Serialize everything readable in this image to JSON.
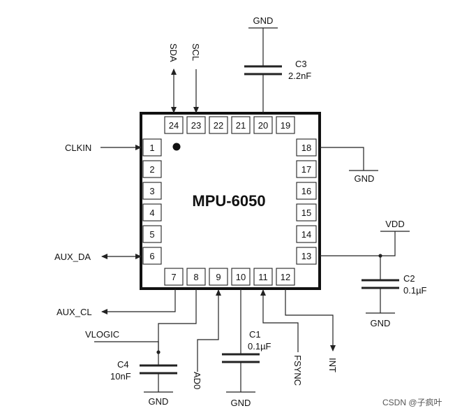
{
  "chip": {
    "title": "MPU-6050"
  },
  "pins": {
    "top": [
      "24",
      "23",
      "22",
      "21",
      "20",
      "19"
    ],
    "left": [
      "1",
      "2",
      "3",
      "4",
      "5",
      "6"
    ],
    "right": [
      "18",
      "17",
      "16",
      "15",
      "14",
      "13"
    ],
    "bottom": [
      "7",
      "8",
      "9",
      "10",
      "11",
      "12"
    ]
  },
  "signals": {
    "sda": "SDA",
    "scl": "SCL",
    "clkin": "CLKIN",
    "aux_da": "AUX_DA",
    "aux_cl": "AUX_CL",
    "vlogic": "VLOGIC",
    "ad0": "AD0",
    "fsync": "FSYNC",
    "int": "INT",
    "vdd": "VDD"
  },
  "grounds": {
    "top": "GND",
    "pin18": "GND",
    "c2": "GND",
    "c4": "GND",
    "c1": "GND"
  },
  "capacitors": {
    "c3": {
      "name": "C3",
      "value": "2.2nF"
    },
    "c2": {
      "name": "C2",
      "value": "0.1µF"
    },
    "c1": {
      "name": "C1",
      "value": "0.1µF"
    },
    "c4": {
      "name": "C4",
      "value": "10nF"
    }
  },
  "watermark": "CSDN @子疯叶"
}
